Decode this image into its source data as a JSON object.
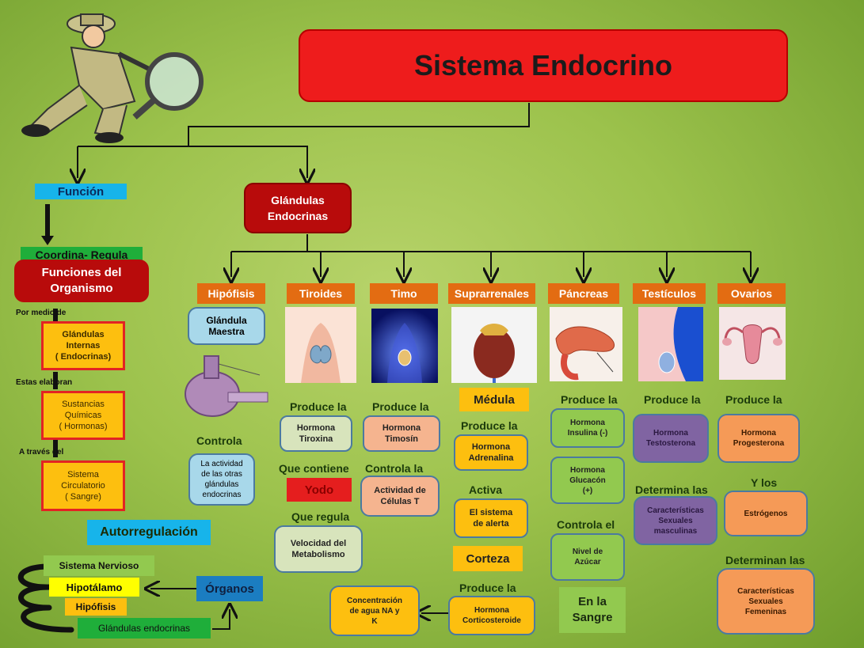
{
  "title": "Sistema Endocrino",
  "left": {
    "funcion": "Función",
    "coordina": "Coordina- Regula",
    "funciones_line1": "Funciones del",
    "funciones_line2": "Organismo",
    "por_medio": "Por medio de",
    "glandulas_internas_1": "Glándulas",
    "glandulas_internas_2": "Internas",
    "glandulas_internas_3": "( Endocrinas)",
    "estas_elaboran": "Estas elaboran",
    "sustancias_1": "Sustancias",
    "sustancias_2": "Químicas",
    "sustancias_3": "( Hormonas)",
    "a_traves": "A través del",
    "sistema_1": "Sistema",
    "sistema_2": "Circulatorio",
    "sistema_3": "( Sangre)",
    "autorregulacion": "Autorregulación",
    "nervioso": "Sistema Nervioso",
    "hipotalamo": "Hipotálamo",
    "hipofisis": "Hipófisis",
    "glandulas_endocrinas": "Glándulas endocrinas",
    "organos": "Órganos"
  },
  "glandulas_line1": "Glándulas",
  "glandulas_line2": "Endocrinas",
  "hipofisis": {
    "header": "Hipófisis",
    "maestra_1": "Glándula",
    "maestra_2": "Maestra",
    "controla": "Controla",
    "actividad_1": "La actividad",
    "actividad_2": "de las otras",
    "actividad_3": "glándulas",
    "actividad_4": "endocrinas"
  },
  "tiroides": {
    "header": "Tiroides",
    "produce": "Produce la",
    "hormona_1": "Hormona",
    "hormona_2": "Tiroxina",
    "que_contiene": "Que contiene",
    "yodo": "Yodo",
    "que_regula": "Que regula",
    "velocidad_1": "Velocidad del",
    "velocidad_2": "Metabolismo"
  },
  "timo": {
    "header": "Timo",
    "produce": "Produce la",
    "hormona_1": "Hormona",
    "hormona_2": "Timosín",
    "controla": "Controla la",
    "actividad_1": "Actividad de",
    "actividad_2": "Células T"
  },
  "suprarrenales": {
    "header": "Suprarrenales",
    "medula": "Médula",
    "produce": "Produce la",
    "hormona_1": "Hormona",
    "hormona_2": "Adrenalina",
    "activa": "Activa",
    "sistema_1": "El sistema",
    "sistema_2": "de alerta",
    "corteza": "Corteza",
    "produce2": "Produce la",
    "hormona2_1": "Hormona",
    "hormona2_2": "Corticosteroide",
    "concentracion_1": "Concentración",
    "concentracion_2": "de agua NA y",
    "concentracion_3": "K"
  },
  "pancreas": {
    "header": "Páncreas",
    "produce": "Produce la",
    "insulina_1": "Hormona",
    "insulina_2": "Insulina (-)",
    "glucagon_1": "Hormona",
    "glucagon_2": "Glucacón",
    "glucagon_3": "(+)",
    "controla": "Controla el",
    "nivel_1": "Nivel de",
    "nivel_2": "Azúcar",
    "sangre_1": "En la",
    "sangre_2": "Sangre"
  },
  "testiculos": {
    "header": "Testículos",
    "produce": "Produce la",
    "hormona_1": "Hormona",
    "hormona_2": "Testosterona",
    "determina": "Determina las",
    "caract_1": "Características",
    "caract_2": "Sexuales",
    "caract_3": "masculinas"
  },
  "ovarios": {
    "header": "Ovarios",
    "produce": "Produce la",
    "hormona_1": "Hormona",
    "hormona_2": "Progesterona",
    "y_los": "Y los",
    "estrogenos": "Estrógenos",
    "determinan": "Determinan las",
    "caract_1": "Características",
    "caract_2": "Sexuales",
    "caract_3": "Femeninas"
  },
  "colors": {
    "title_red": "#ee1c1c",
    "dark_red": "#b80b0b",
    "orange_header": "#e36c12",
    "yellow": "#fdbf0f",
    "light_blue": "#a8d8ea",
    "purple": "#8064a2",
    "salmon": "#f59a57",
    "green_box": "#92c94f",
    "cyan": "#17b4ea",
    "background": "#9cc24c"
  }
}
